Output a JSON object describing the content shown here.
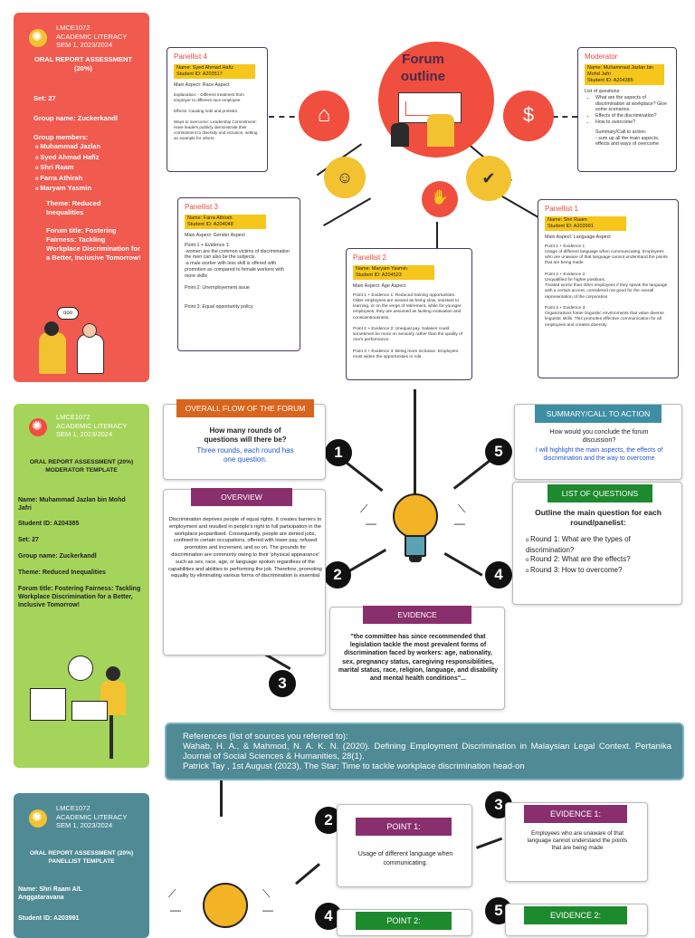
{
  "card1": {
    "code": "LMCE1072",
    "course": "ACADEMIC LITERACY",
    "sem": "SEM 1, 2023/2024",
    "title": "ORAL REPORT ASSESSMENT (20%)",
    "set": "Set: 27",
    "group": "Group name: Zuckerkandl",
    "members_label": "Group members:",
    "members": [
      "Muhammad Jazlan",
      "Syed Ahmad Hafiz",
      "Shri Raam",
      "Farra Athirah",
      "Maryam Yasmin"
    ],
    "theme": "Theme: Reduced Inequalities",
    "forum": "Forum title: Fostering Fairness: Tackling Workplace Discrimination for a Better, Inclusive Tomorrow!",
    "bubble": "ooo"
  },
  "outline": {
    "title1": "Forum",
    "title2": "outline",
    "p4": {
      "title": "Panellist 4",
      "id": "Name: Syed Ahmad Hafiz\nStudent ID: A203517",
      "aspect": "Main Aspect: Race Aspect",
      "body": "Explanation: - Different treatment from employer to different race employee.\n\nEffects: Causing riots and protests.\n\nWays to overcome: Leadership Commitment: Have leaders publicly demonstrate their commitment to diversity and inclusion, setting an example for others."
    },
    "mod": {
      "title": "Moderator",
      "id": "Name: Muhammad Jazlan bin Mohd Jafri\nStudent ID: A204385",
      "list_label": "List of questions:",
      "qs": [
        "What are the aspects of discrimination at workplace? Give some scenarios.",
        "Effects of the discrimination?",
        "How to overcome?"
      ],
      "summary": "Summary/Call to action:\n- sum up all the main aspects, effects and ways of overcome"
    },
    "p3": {
      "title": "Panellist 3",
      "id": "Name: Farra Athirah\nStudent ID: A204048",
      "aspect": "Main Aspect: Gender Aspect",
      "body": "Point 1 + Evidence 1:\n-women are the common victims of discrimination the men can also be the subjects.\n-a male worker with less skill is offered with promotion as compared to female workers with more skills\n\nPoint 2: Unemployement issue\n\n\nPoint 3: Equal opportunity policy"
    },
    "p2": {
      "title": "Panellist 2",
      "id": "Name: Maryam Yasmin\nStudent ID: A204523",
      "aspect": "Main Aspect: Age Aspect",
      "body": "Point 1 + Evidence 1: Reduced training opportunities. Older employees are viewed as being slow, resistant to learning, or on the verge of retirement, while for younger employees, they are assumed as lacking motivation and conscientiousness.\n\nPoint 2 + Evidence 2: Unequal pay. Salaries could sometimes be more on seniority rather than the quality of one's performance.\n\nPoint 3 + Evidence 3: Being more inclusive. Employers must widen the opportunities in role."
    },
    "p1": {
      "title": "Panellist 1",
      "id": "Name: Shri Raam\nStudent ID: A203991",
      "aspect": "Main Aspect: Language Aspect",
      "body": "Point 1 + Evidence 1\nUsage of different language when communicating. Employees who are unaware of that language cannot understand the points that are being made\n\nPoint 2 + Evidence 2:\nUnqualified for higher positions.\nTreated worse than other employees if they speak the language with a certain accent, considered not good for the overall representation of the corporation\n\nPoint 3 + Evidence 3:\nOrganizations foster linguistic environments that value diverse linguistic skills. This promotes effective communication for all employees and creates diversity"
    }
  },
  "card2": {
    "code": "LMCE1072",
    "course": "ACADEMIC LITERACY",
    "sem": "SEM 1, 2023/2024",
    "title": "ORAL REPORT ASSESSMENT (20%) MODERATOR TEMPLATE",
    "name": "Name: Muhammad Jazlan bin Mohd Jafri",
    "sid": "Student ID: A204385",
    "set": "Set: 27",
    "group": "Group name: Zuckerkandl",
    "theme": "Theme: Reduced Inequalities",
    "forum": "Forum title: Fostering Fairness: Tackling Workplace Discrimination for a Better, Inclusive Tomorrow!"
  },
  "moderator": {
    "flow_title": "OVERALL FLOW OF THE FORUM",
    "flow_q": "How many rounds of questions will there be?",
    "flow_a": "Three rounds, each round has one question.",
    "summary_title": "SUMMARY/CALL TO ACTION",
    "summary_q": "How would you conclude the forum discussion?",
    "summary_a": "I will highlight the main aspects, the effects of discrimination and the way to overcome",
    "overview_title": "OVERVIEW",
    "overview": "Discrimination deprives people of equal rights. It creates barriers to employment and resulted in people's right to full participation in the workplace jeopardised. Consequently, people are denied jobs, confined to certain occupations, offered with lower pay, refused promotion and increment, and so on. The grounds for discrimination are commonly owing to their 'physical appearance' such as sex, race, age, or language spoken regardless of the capabilities and abilities to performing the job. Therefore, promoting equality by eliminating various forms of discrimination is essential",
    "questions_title": "LIST OF QUESTIONS",
    "questions_q": "Outline the main question for each round/panelist:",
    "questions": [
      "Round 1: What are the types of discrimination?",
      "Round 2: What are the effects?",
      "Round 3: How to overcome?"
    ],
    "evidence_title": "EVIDENCE",
    "evidence": "\"the committee has since recommended that legislation tackle the most prevalent forms of discrimination faced by workers: age, nationality, sex, pregnancy status, caregiving responsibilities, marital status, race, religion, language, and disability and mental health conditions\"...",
    "nums": [
      "1",
      "2",
      "3",
      "4",
      "5"
    ]
  },
  "refs": {
    "title": "References (list of sources you referred to):",
    "r1": "Wahab, H. A., & Mahmod, N. A. K. N. (2020). Defining Employment Discrimination in Malaysian Legal Context. Pertanika Journal of Social Sciences & Humanities, 28(1).",
    "r2": "Patrick Tay , 1st August (2023), The Star: Time to tackle workplace discrimination head-on"
  },
  "card3": {
    "code": "LMCE1072",
    "course": "ACADEMIC LITERACY",
    "sem": "SEM 1, 2023/2024",
    "title": "ORAL REPORT ASSESSMENT (20%) PANELLIST TEMPLATE",
    "name": "Name:  Shri Raam A/L Anggataravana",
    "sid": "Student ID:  A203991"
  },
  "panellist": {
    "point1_title": "POINT 1:",
    "point1": "Usage of different language when communicating.",
    "ev1_title": "EVIDENCE 1:",
    "ev1": "Employees who are unaware of that language cannot understand the points that are being made",
    "point2_title": "POINT 2:",
    "ev2_title": "EVIDENCE 2:",
    "nums": [
      "2",
      "3",
      "4",
      "5"
    ]
  },
  "colors": {
    "coral": "#f05a4f",
    "green": "#a5d45a",
    "teal": "#4f8a95",
    "purple": "#8a2f6e",
    "orange": "#d9641c",
    "blue": "#3d8ea3",
    "dark_green": "#1e8a2e"
  }
}
